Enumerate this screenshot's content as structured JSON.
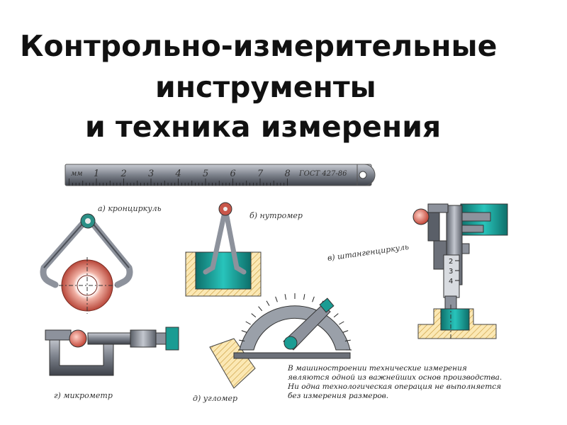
{
  "title": {
    "line1": "Контрольно-измерительные",
    "line2": "инструменты",
    "line3": "и техника измерения"
  },
  "ruler": {
    "unit": "мм",
    "ticks": [
      "1",
      "2",
      "3",
      "4",
      "5",
      "6",
      "7",
      "8"
    ],
    "standard": "ГОСТ 427-86"
  },
  "captions": {
    "a": "а) кронциркуль",
    "b": "б) нутромер",
    "v": "в) штангенциркуль",
    "g": "г) микрометр",
    "d": "д) угломер"
  },
  "vernier_scale": [
    "2",
    "3",
    "4"
  ],
  "note": "В машиностроении технические измерения являются одной из важнейших основ производства. Ни одна технологическая операция не выполняется без измерения размеров.",
  "colors": {
    "teal": "#1aa39b",
    "metal": "#8a8f99",
    "ring": "#d86a5a",
    "hatch": "#e8c76a"
  }
}
